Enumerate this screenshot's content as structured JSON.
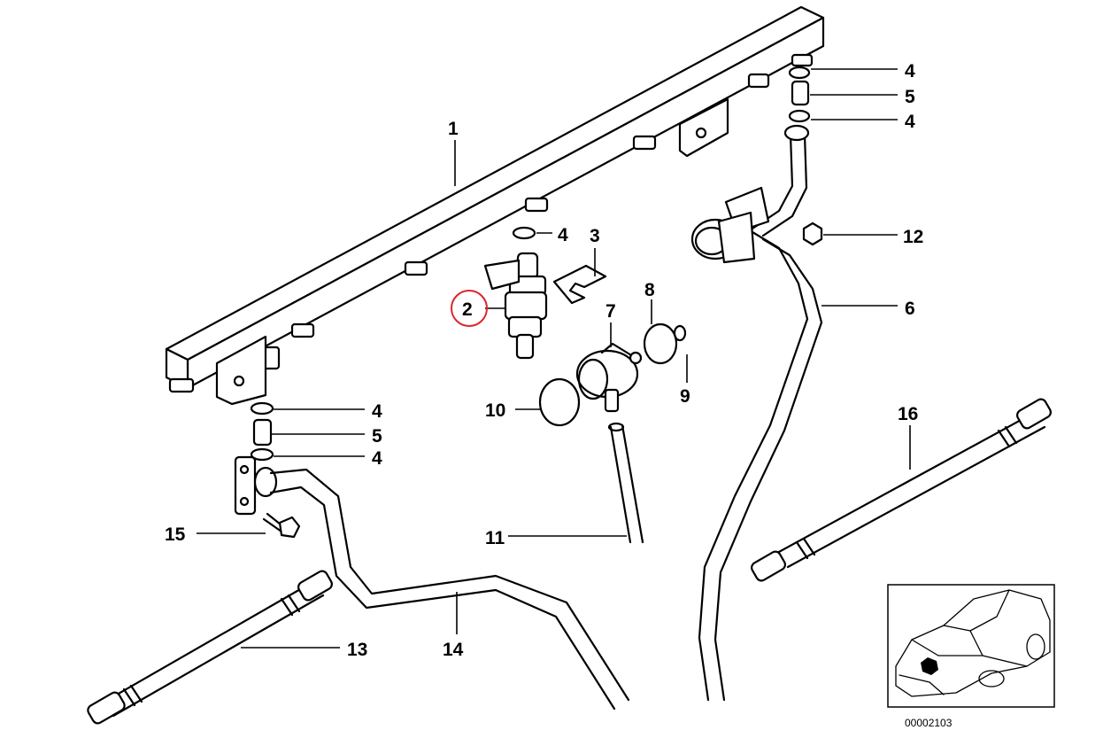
{
  "callouts": {
    "c1": "1",
    "c2": "2",
    "c3": "3",
    "c4a": "4",
    "c4b": "4",
    "c4c": "4",
    "c4d": "4",
    "c4e": "4",
    "c5a": "5",
    "c5b": "5",
    "c6": "6",
    "c7": "7",
    "c8": "8",
    "c9": "9",
    "c10": "10",
    "c11": "11",
    "c12": "12",
    "c13": "13",
    "c14": "14",
    "c15": "15",
    "c16": "16"
  },
  "highlight_color": "#d9262c",
  "inset": {
    "code": "00002103"
  }
}
